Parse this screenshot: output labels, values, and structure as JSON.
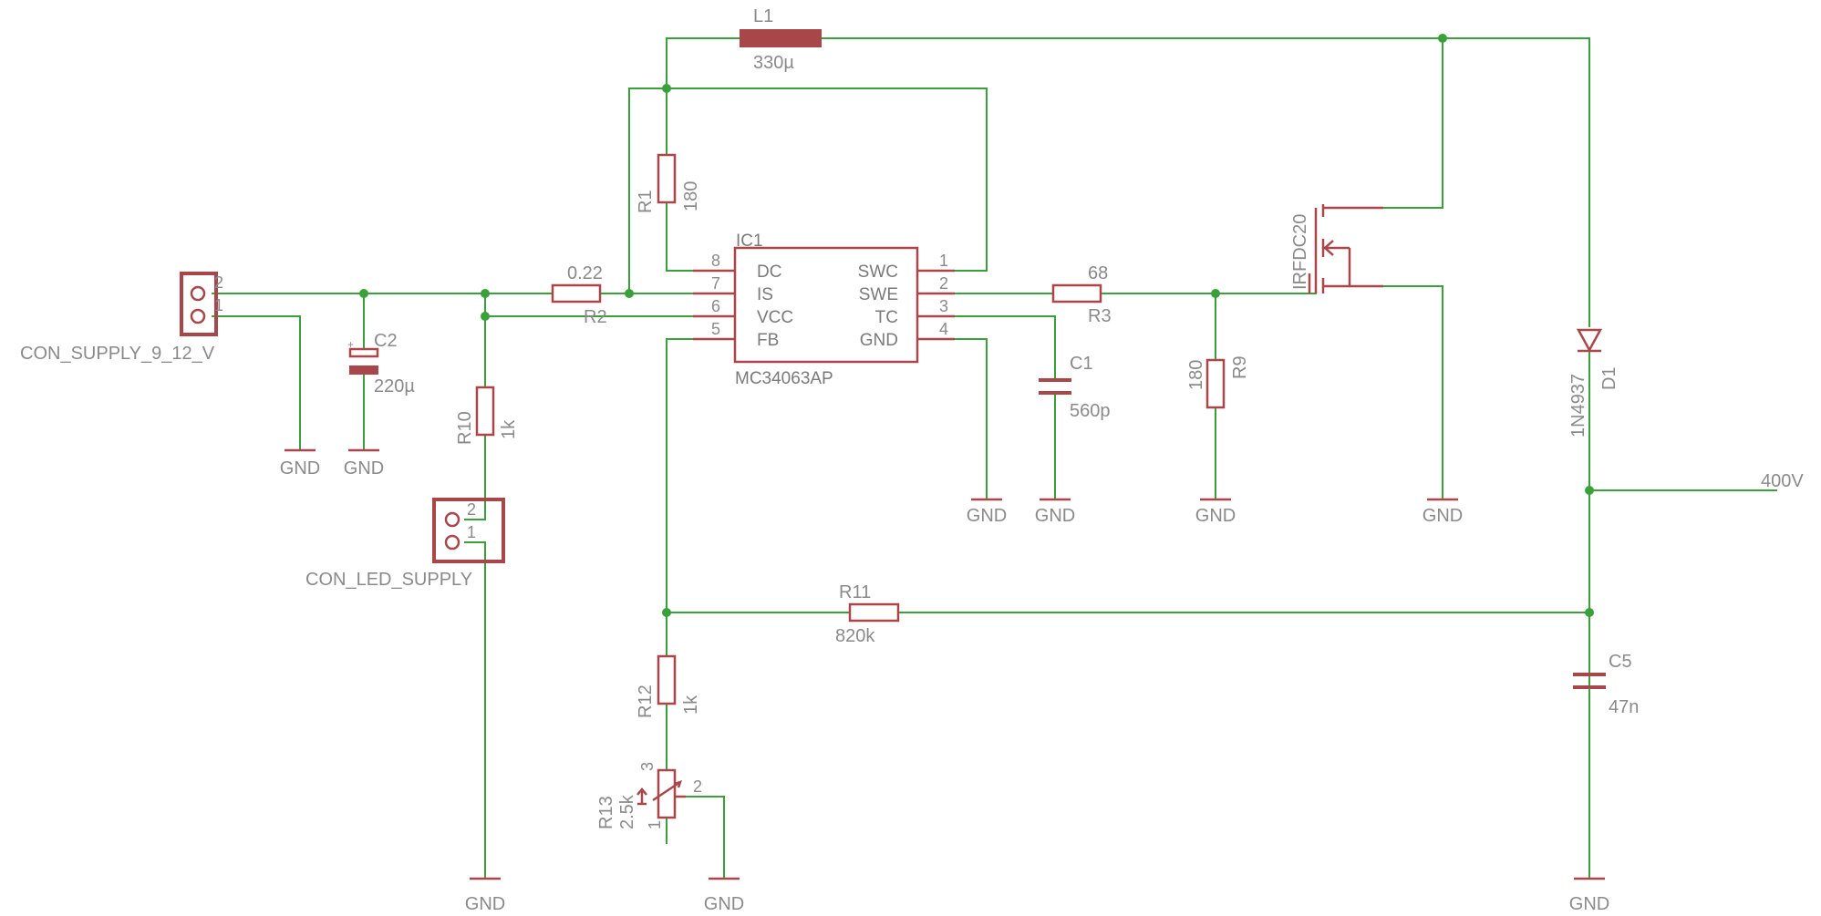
{
  "components": {
    "L1": {
      "name": "L1",
      "value": "330µ"
    },
    "IC1": {
      "name": "IC1",
      "part": "MC34063AP",
      "left_pins": [
        {
          "num": "8",
          "label": "DC"
        },
        {
          "num": "7",
          "label": "IS"
        },
        {
          "num": "6",
          "label": "VCC"
        },
        {
          "num": "5",
          "label": "FB"
        }
      ],
      "right_pins": [
        {
          "num": "1",
          "label": "SWC"
        },
        {
          "num": "2",
          "label": "SWE"
        },
        {
          "num": "3",
          "label": "TC"
        },
        {
          "num": "4",
          "label": "GND"
        }
      ]
    },
    "R1": {
      "name": "R1",
      "value": "180"
    },
    "R2": {
      "name": "R2",
      "value": "0.22"
    },
    "R3": {
      "name": "R3",
      "value": "68"
    },
    "R9": {
      "name": "R9",
      "value": "180"
    },
    "R10": {
      "name": "R10",
      "value": "1k"
    },
    "R11": {
      "name": "R11",
      "value": "820k"
    },
    "R12": {
      "name": "R12",
      "value": "1k"
    },
    "R13": {
      "name": "R13",
      "value": "2.5k",
      "pin1": "1",
      "pin2": "2",
      "pin3": "3"
    },
    "C1": {
      "name": "C1",
      "value": "560p"
    },
    "C2": {
      "name": "C2",
      "value": "220µ",
      "polarity": "+"
    },
    "C5": {
      "name": "C5",
      "value": "47n"
    },
    "Q1": {
      "part": "IRFDC20"
    },
    "D1": {
      "name": "D1",
      "part": "1N4937"
    },
    "CON_SUPPLY": {
      "name": "CON_SUPPLY_9_12_V",
      "pin_top": "2",
      "pin_bottom": "1"
    },
    "CON_LED": {
      "name": "CON_LED_SUPPLY",
      "pin_top": "2",
      "pin_bottom": "1"
    }
  },
  "net_labels": {
    "gnd": "GND",
    "output": "400V"
  },
  "colors": {
    "wire": "#3aa13a",
    "part": "#a9464a",
    "text": "#8a8a8a"
  }
}
